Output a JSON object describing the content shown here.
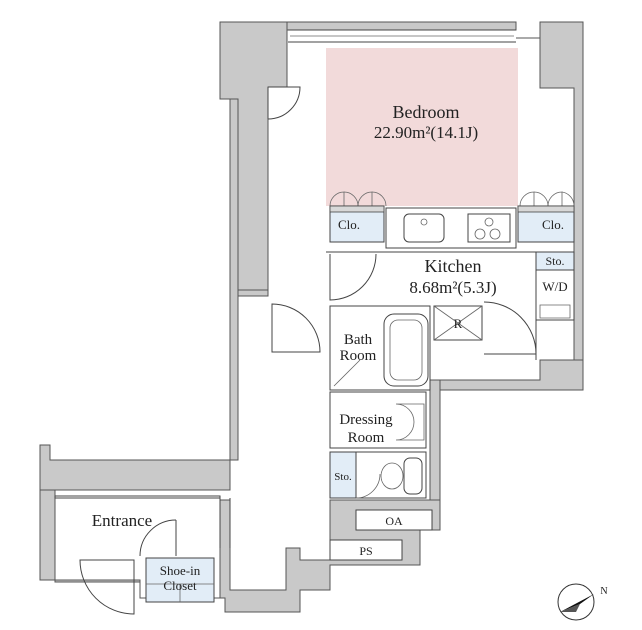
{
  "plan": {
    "bedroom": {
      "name": "Bedroom",
      "area": "22.90m²(14.1J)",
      "color": "#f2dada"
    },
    "kitchen": {
      "name": "Kitchen",
      "area": "8.68m²(5.3J)"
    },
    "bath": {
      "line1": "Bath",
      "line2": "Room"
    },
    "dressing": {
      "line1": "Dressing",
      "line2": "Room"
    },
    "entrance": "Entrance",
    "shoe_closet": {
      "line1": "Shoe-in",
      "line2": "Closet"
    },
    "closet_left": "Clo.",
    "closet_right": "Clo.",
    "storage_upper": "Sto.",
    "washer": "W/D",
    "storage_lower": "Sto.",
    "refrigerator": "R",
    "oa": "OA",
    "ps": "PS",
    "north_mark": "N",
    "colors": {
      "wall": "#c9c9c9",
      "closet": "#e2edf7",
      "bedroom": "#f2dada"
    }
  }
}
